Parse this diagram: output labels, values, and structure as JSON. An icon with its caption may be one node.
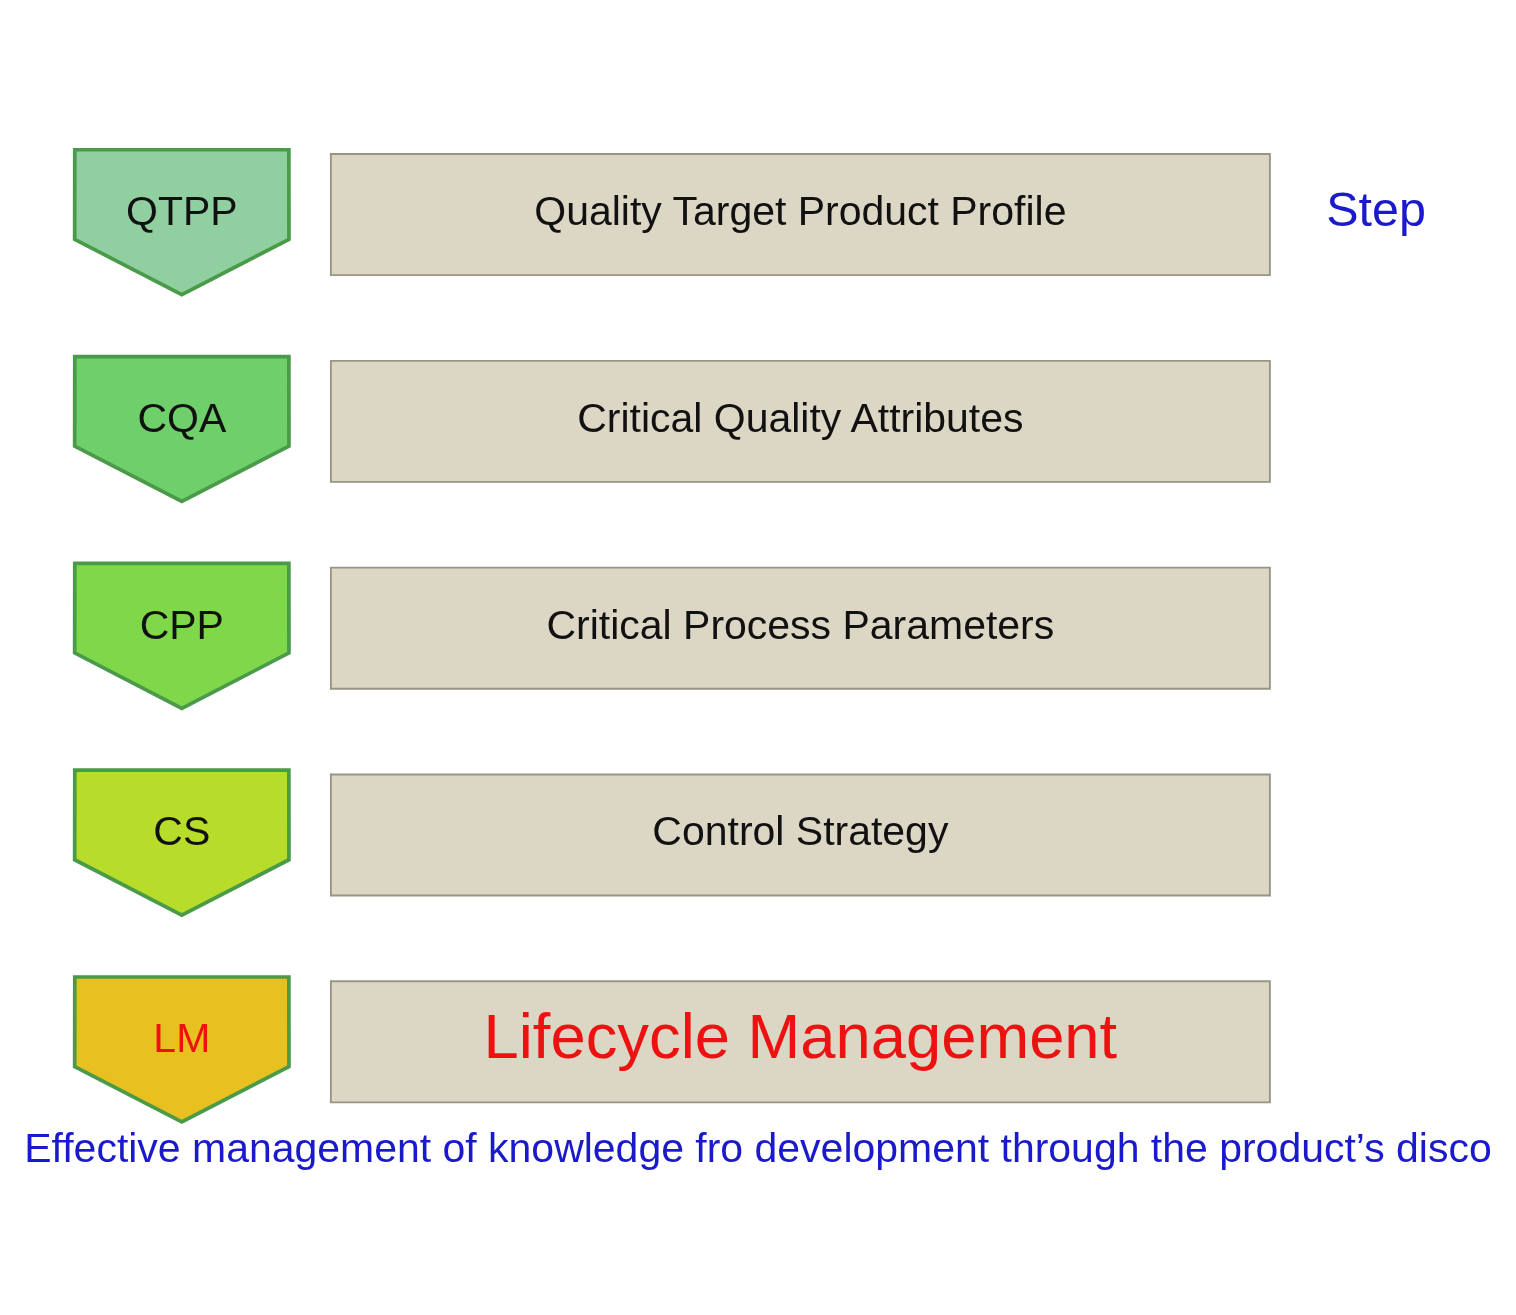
{
  "diagram": {
    "caption": "Effective management of knowledge fro development through the product’s disco",
    "nodes": [
      {
        "text": [
          "QTPP"
        ]
      },
      {
        "text": [
          "Quality Target Product Profile"
        ]
      },
      {
        "text": [
          "CQA"
        ]
      },
      {
        "text": [
          "Critical Quality Attributes"
        ]
      },
      {
        "text": [
          "CPP"
        ]
      },
      {
        "text": [
          "Critical Process Parameters"
        ]
      },
      {
        "text": [
          "CS"
        ]
      },
      {
        "text": [
          "Control Strategy"
        ]
      },
      {
        "text": [
          "LM"
        ]
      },
      {
        "text": [
          "Lifecycle Management"
        ]
      }
    ],
    "edges": [],
    "labels": [
      "Step"
    ]
  }
}
